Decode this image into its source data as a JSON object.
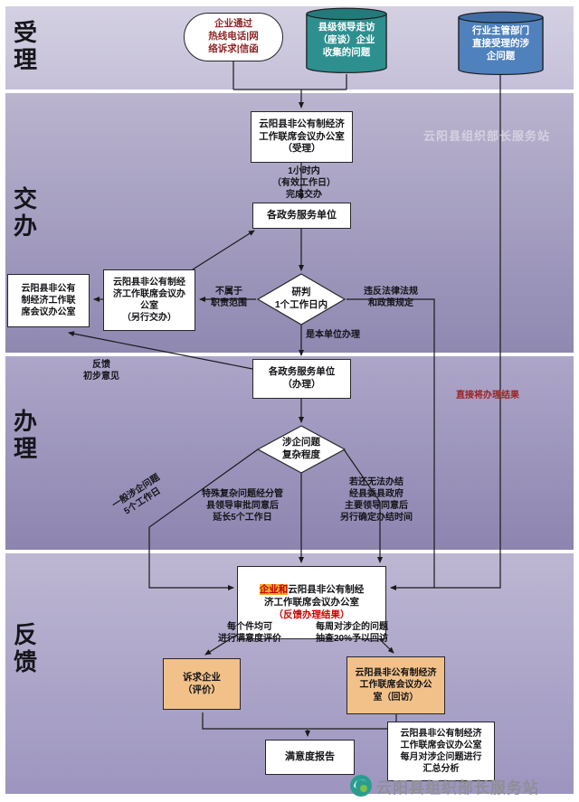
{
  "bands": [
    {
      "id": "accept",
      "label": "受理"
    },
    {
      "id": "assign",
      "label": "交办"
    },
    {
      "id": "handle",
      "label": "办理"
    },
    {
      "id": "feedback",
      "label": "反馈"
    }
  ],
  "accept": {
    "channels_box": "企业通过\n热线电话|网\n络诉求|信函",
    "county_leader_cylinder": "县级领导走访\n（座谈）企业\n收集的问题",
    "industry_dept_cylinder": "行业主管部门\n直接受理的涉\n企问题"
  },
  "assign": {
    "office_accept_box": "云阳县非公有制经济\n工作联席会议办公室\n（受理）",
    "deadline_note": "1小时内\n（有效工作日）\n完成交办",
    "service_units_box": "各政务服务单位",
    "judge_diamond": "研判\n1个工作日内",
    "not_in_scope_label": "不属于\n职责范围",
    "violation_label": "违反法律法规\n和政策规定",
    "office_reassign_box": "云阳县非公有制经\n济工作联席会议办\n公室\n（另行交办）",
    "office_left_box": "云阳县非公有\n制经济工作联\n席会议办公室",
    "own_unit_label": "是本单位办理"
  },
  "handle": {
    "service_units_handle_box": "各政务服务单位\n（办理）",
    "preliminary_feedback_label": "反馈\n初步意见",
    "direct_result_label": "直接将办理结果",
    "complexity_diamond": "涉企问题\n复杂程度",
    "general_label": "一般涉企问题\n5个工作日",
    "special_label": "特殊复杂问题经分管\n县领导审批同意后\n延长5个工作日",
    "extended_label": "若还无法办结\n经县委县政府\n主要领导同意后\n另行确定办结时间"
  },
  "feedback": {
    "result_box_prefix": "企业和",
    "result_box_middle": "云阳县非公有制经\n济工作联席会议办公室",
    "result_box_result": "（反馈办理结果）",
    "evaluate_note": "每个件均可\n进行满意度评价",
    "revisit_note": "每周对涉企的问题\n抽查20%予以回访",
    "appeal_box": "诉求企业\n（评价）",
    "revisit_box": "云阳县非公有制经济\n工作联席会议办公\n室（回访）",
    "report_box": "满意度报告",
    "monthly_box": "云阳县非公有制经济\n工作联席会议办公室\n每月对涉企问题进行\n汇总分析"
  },
  "watermark": {
    "bottom_text": "云阳县组织部长服务站",
    "top_text": "云阳县组织部长服务站"
  },
  "colors": {
    "teal_cylinder": "#2e8f8f",
    "blue_cylinder": "#4f81bd",
    "orange_box": "#f2c189",
    "highlight_gold": "#f0a830",
    "result_red": "#cc0000",
    "band_purple_dark": "#8d85b0",
    "band_purple_light": "#c5c0d8"
  }
}
